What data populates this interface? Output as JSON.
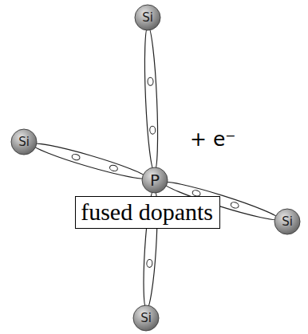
{
  "diagram": {
    "nodes": [
      {
        "text": [
          "Si"
        ]
      },
      {
        "text": [
          "Si"
        ]
      },
      {
        "text": [
          "P"
        ]
      },
      {
        "text": [
          "Si"
        ]
      },
      {
        "text": [
          "Si"
        ]
      }
    ],
    "edges": [
      {
        "from": 2,
        "to": 0,
        "arrow": "none"
      },
      {
        "from": 2,
        "to": 1,
        "arrow": "none"
      },
      {
        "from": 2,
        "to": 3,
        "arrow": "none"
      },
      {
        "from": 2,
        "to": 4,
        "arrow": "none"
      }
    ],
    "labels": [
      "+ e⁻",
      "fused dopants"
    ]
  }
}
